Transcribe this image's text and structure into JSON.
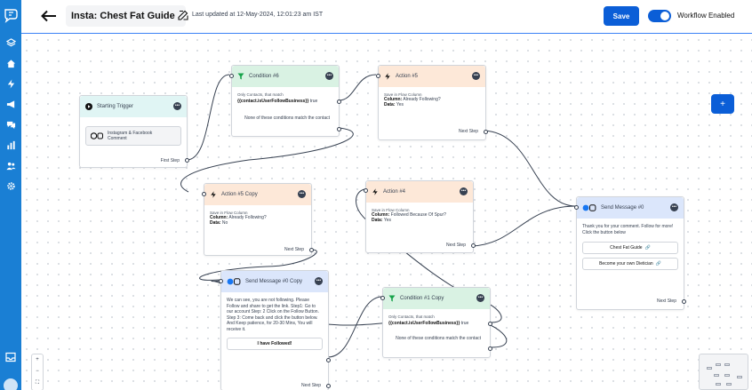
{
  "header": {
    "title": "Insta: Chest Fat Guide",
    "updated": "Last updated at 12-May-2024, 12:01:23 am IST",
    "save_label": "Save",
    "toggle_label": "Workflow Enabled"
  },
  "colors": {
    "accent": "#0b5ed7",
    "sidebar": "#1a7fd4"
  },
  "nodes": {
    "trigger": {
      "title": "Starting Trigger",
      "source": "Instagram & Facebook Comment",
      "foot": "First Step"
    },
    "cond6": {
      "title": "Condition #6",
      "line1": "Only Contacts, that match",
      "expr": "{{contact.isUserFollowBusiness}}",
      "val": "true",
      "none": "None of these conditions match the contact"
    },
    "action5": {
      "title": "Action #5",
      "line1": "Save in Flow Column",
      "col_label": "Column:",
      "col_val": "Already Following?",
      "data_label": "Data:",
      "data_val": "Yes",
      "foot": "Next Step"
    },
    "action5copy": {
      "title": "Action #5 Copy",
      "line1": "Save in Flow Column",
      "col_label": "Column:",
      "col_val": "Already Following?",
      "data_label": "Data:",
      "data_val": "No",
      "foot": "Next Step"
    },
    "action4": {
      "title": "Action #4",
      "line1": "Save in Flow Column",
      "col_label": "Column:",
      "col_val": "Followed Because Of Spur?",
      "data_label": "Data:",
      "data_val": "Yes",
      "foot": "Next Step"
    },
    "msg0": {
      "title": "Send Message #0",
      "text": "Thank you for your comment. Follow for more! Click the button below",
      "btn1": "Chest Fat Guide",
      "btn2": "Become your own Dietician",
      "foot": "Next Step"
    },
    "msg0copy": {
      "title": "Send Message #0 Copy",
      "text": "We can see, you are not following. Please Follow and share to get the link. Step1: Go to our account Step: 2 Click on the Follow Button. Step 3: Come back and click the button below. And Keep patience, for 20-30 Mins, You will receive it.",
      "btn1": "I have Followed!",
      "foot": "Next Step"
    },
    "cond1copy": {
      "title": "Condition #1 Copy",
      "line1": "Only Contacts, that match",
      "expr": "{{contact.isUserFollowBusiness}}",
      "val": "true",
      "none": "None of these conditions match the contact"
    }
  },
  "icons": {
    "logo": "spur-logo-icon",
    "back": "arrow-left-icon",
    "edit": "edit-icon",
    "filter": "filter-icon",
    "bolt": "bolt-icon",
    "meta": "meta-icon",
    "link": "link-icon"
  },
  "zoom": {
    "in": "+",
    "out": "−",
    "fit": "⛶"
  }
}
